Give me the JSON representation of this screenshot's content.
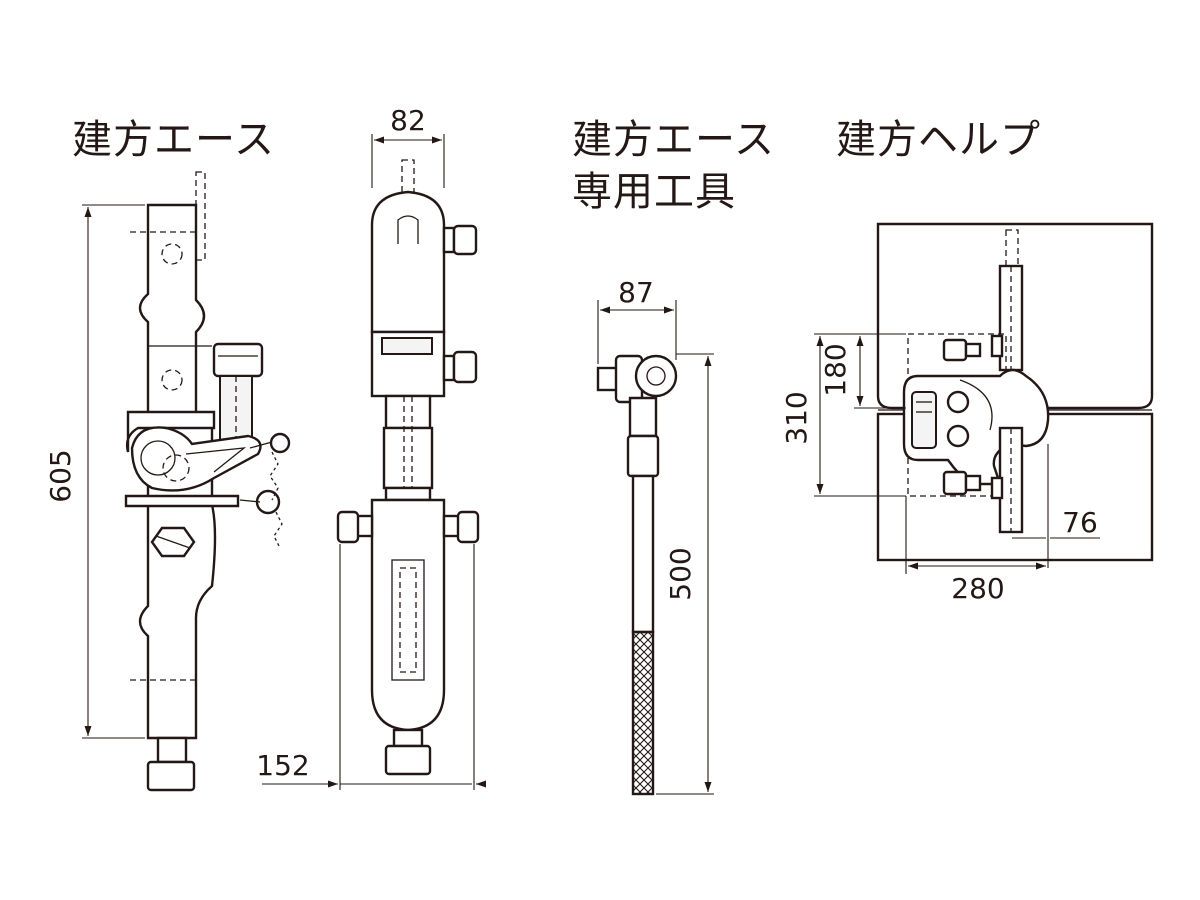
{
  "titles": {
    "tatekata_ace": "建方エース",
    "special_tool_line1": "建方エース",
    "special_tool_line2": "専用工具",
    "tatekata_help": "建方ヘルプ"
  },
  "dimensions": {
    "ace_height": "605",
    "ace_width": "82",
    "ace_base_width": "152",
    "tool_head": "87",
    "tool_length": "500",
    "help_height_total": "310",
    "help_height_upper": "180",
    "help_offset": "76",
    "help_width": "280"
  },
  "colors": {
    "line": "#231815",
    "background": "#ffffff"
  }
}
